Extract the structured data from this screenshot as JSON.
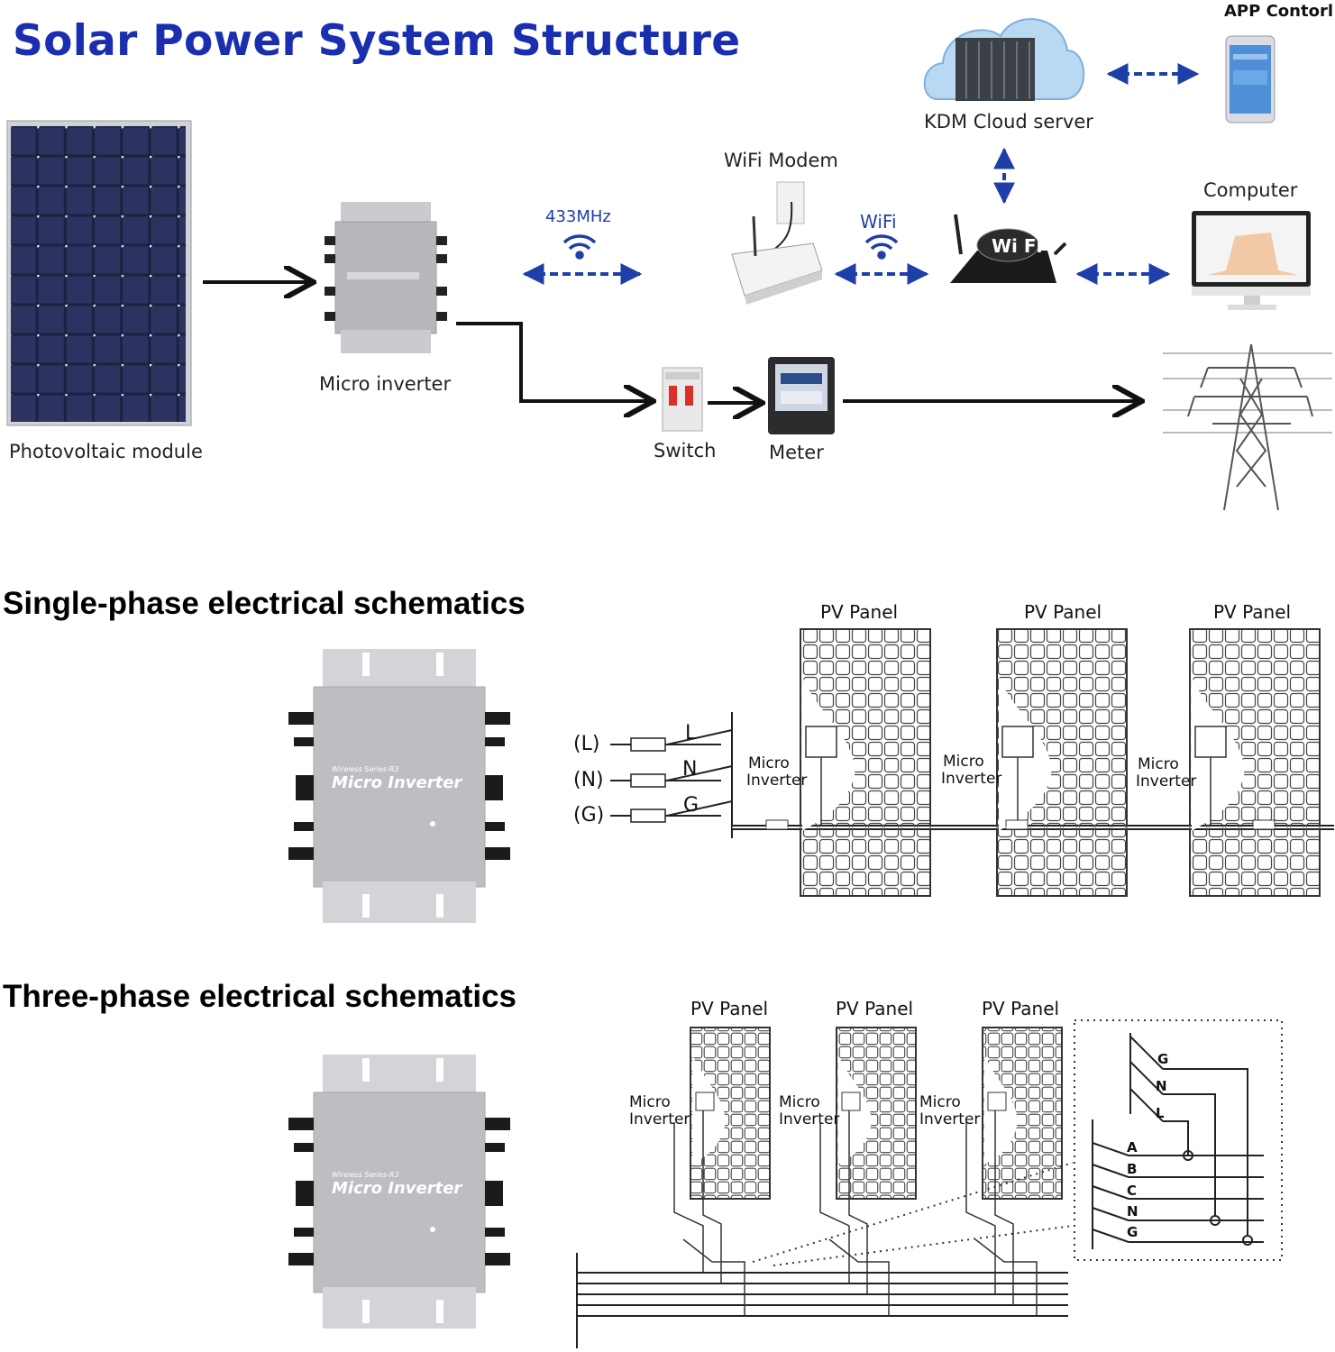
{
  "title": "Solar Power System Structure",
  "top": {
    "pv_module": "Photovoltaic module",
    "micro_inverter": "Micro inverter",
    "freq_433": "433MHz",
    "wifi_modem": "WiFi Modem",
    "wifi": "WiFi",
    "router_badge": "Wi Fi",
    "cloud": "KDM Cloud server",
    "app_control": "APP Contorl",
    "computer": "Computer",
    "switch": "Switch",
    "meter": "Meter"
  },
  "single_phase": {
    "heading": "Single-phase electrical schematics",
    "panel_label": "PV Panel",
    "mi_line1": "Micro",
    "mi_line2": "Inverter",
    "wires": [
      "(L)",
      "(N)",
      "(G)"
    ],
    "wire_letters": [
      "L",
      "N",
      "G"
    ],
    "device_line1": "Wireless Series-R3",
    "device_line2": "Micro Inverter"
  },
  "three_phase": {
    "heading": "Three-phase electrical schematics",
    "panel_label": "PV Panel",
    "mi_line1": "Micro",
    "mi_line2": "Inverter",
    "inset_top": [
      "G",
      "N",
      "L"
    ],
    "inset_bus": [
      "A",
      "B",
      "C",
      "N",
      "G"
    ],
    "device_line1": "Wireless Series-R3",
    "device_line2": "Micro Inverter"
  },
  "colors": {
    "title": "#1a2fb0",
    "arrow_blue": "#1f3fa8"
  }
}
